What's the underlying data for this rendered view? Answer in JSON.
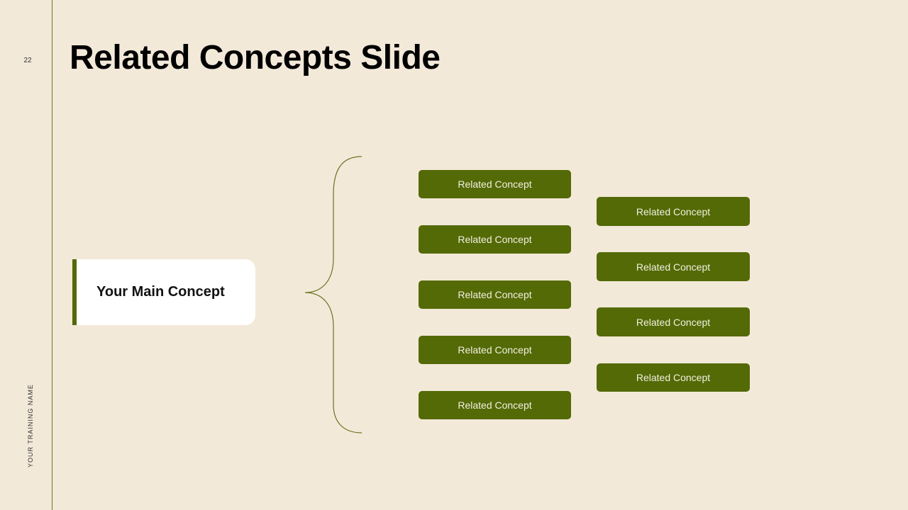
{
  "slide": {
    "number": "22",
    "footer": "YOUR TRAINING NAME",
    "title": "Related Concepts Slide",
    "main_concept": "Your Main Concept",
    "related_left": [
      "Related Concept",
      "Related Concept",
      "Related Concept",
      "Related Concept",
      "Related Concept"
    ],
    "related_right": [
      "Related Concept",
      "Related Concept",
      "Related Concept",
      "Related Concept"
    ]
  },
  "colors": {
    "background": "#f3e9d9",
    "accent": "#536a06",
    "brace": "#6b7420",
    "card": "#ffffff"
  }
}
